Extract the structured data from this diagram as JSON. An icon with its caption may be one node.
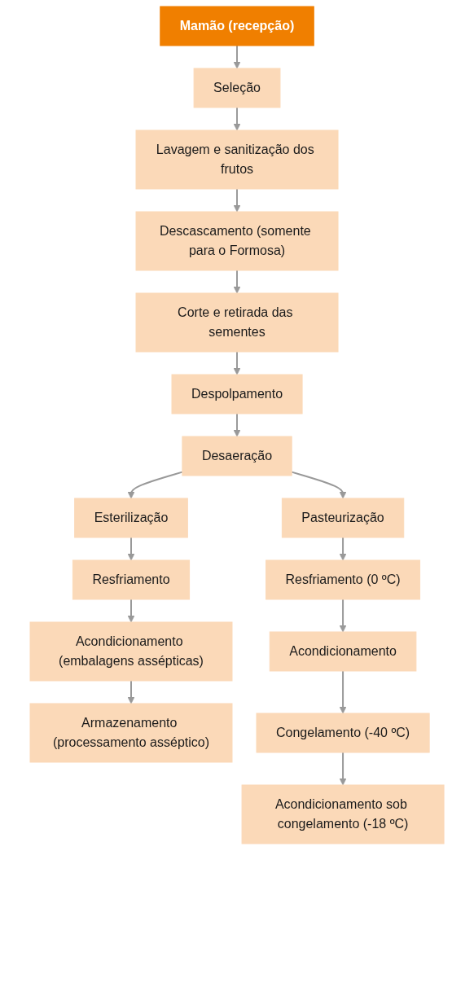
{
  "diagram": {
    "nodes": [
      {
        "text": [
          "Mamão (recepção)"
        ]
      },
      {
        "text": [
          "Seleção"
        ]
      },
      {
        "text": [
          "Lavagem e sanitização dos frutos"
        ]
      },
      {
        "text": [
          "Descascamento (somente para o Formosa)"
        ]
      },
      {
        "text": [
          "Corte e retirada das sementes"
        ]
      },
      {
        "text": [
          "Despolpamento"
        ]
      },
      {
        "text": [
          "Desaeração"
        ]
      },
      {
        "text": [
          "Esterilização"
        ]
      },
      {
        "text": [
          "Resfriamento"
        ]
      },
      {
        "text": [
          "Acondicionamento (embalagens assépticas)"
        ]
      },
      {
        "text": [
          "Armazenamento (processamento asséptico)"
        ]
      },
      {
        "text": [
          "Pasteurização"
        ]
      },
      {
        "text": [
          "Resfriamento (0 ºC)"
        ]
      },
      {
        "text": [
          "Acondicionamento"
        ]
      },
      {
        "text": [
          "Congelamento (-40 ºC)"
        ]
      },
      {
        "text": [
          "Acondicionamento sob congelamento (-18 ºC)"
        ]
      }
    ],
    "edges": [
      {
        "from": 0,
        "to": 1,
        "arrow": "to"
      },
      {
        "from": 1,
        "to": 2,
        "arrow": "to"
      },
      {
        "from": 2,
        "to": 3,
        "arrow": "to"
      },
      {
        "from": 3,
        "to": 4,
        "arrow": "to"
      },
      {
        "from": 4,
        "to": 5,
        "arrow": "to"
      },
      {
        "from": 5,
        "to": 6,
        "arrow": "to"
      },
      {
        "from": 6,
        "to": 7,
        "arrow": "to"
      },
      {
        "from": 6,
        "to": 11,
        "arrow": "to"
      },
      {
        "from": 7,
        "to": 8,
        "arrow": "to"
      },
      {
        "from": 8,
        "to": 9,
        "arrow": "to"
      },
      {
        "from": 9,
        "to": 10,
        "arrow": "to"
      },
      {
        "from": 11,
        "to": 12,
        "arrow": "to"
      },
      {
        "from": 12,
        "to": 13,
        "arrow": "to"
      },
      {
        "from": 13,
        "to": 14,
        "arrow": "to"
      },
      {
        "from": 14,
        "to": 15,
        "arrow": "to"
      }
    ]
  }
}
